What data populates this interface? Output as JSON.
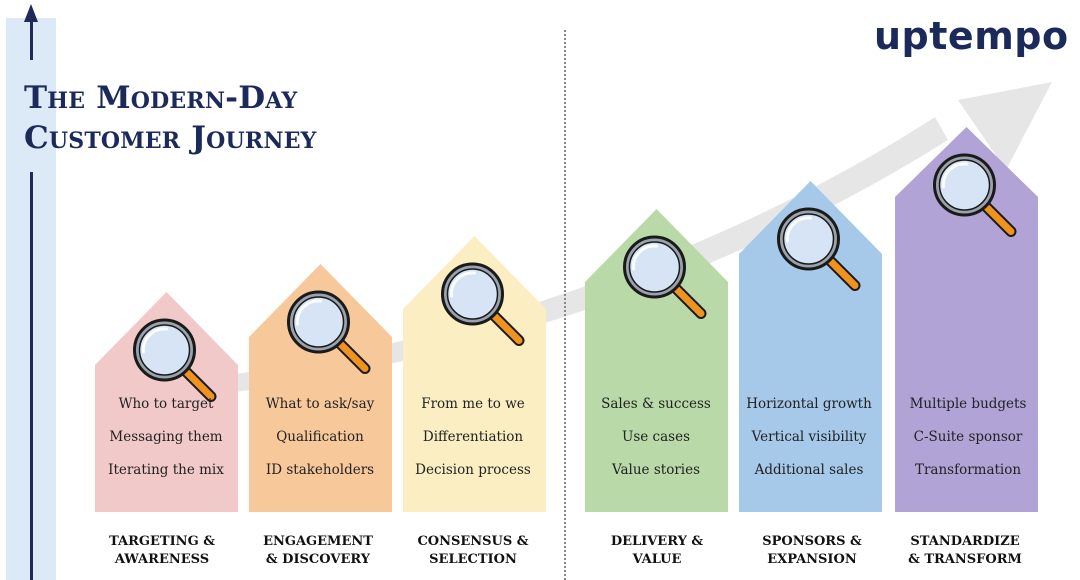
{
  "title": {
    "line1": "The Modern-Day",
    "line2": "Customer Journey"
  },
  "logo": {
    "text": "uptempo"
  },
  "stages": [
    {
      "label_line1": "TARGETING &",
      "label_line2": "AWARENESS",
      "items": [
        "Who to target",
        "Messaging them",
        "Iterating the mix"
      ],
      "color": "#f2c9c9"
    },
    {
      "label_line1": "ENGAGEMENT",
      "label_line2": "& DISCOVERY",
      "items": [
        "What to ask/say",
        "Qualification",
        "ID stakeholders"
      ],
      "color": "#f7c99a"
    },
    {
      "label_line1": "CONSENSUS &",
      "label_line2": "SELECTION",
      "items": [
        "From me to we",
        "Differentiation",
        "Decision process"
      ],
      "color": "#fbeec3"
    },
    {
      "label_line1": "DELIVERY &",
      "label_line2": "VALUE",
      "items": [
        "Sales & success",
        "Use cases",
        "Value stories"
      ],
      "color": "#b9d9a8"
    },
    {
      "label_line1": "SPONSORS &",
      "label_line2": "EXPANSION",
      "items": [
        "Horizontal growth",
        "Vertical visibility",
        "Additional sales"
      ],
      "color": "#a6c8e9"
    },
    {
      "label_line1": "STANDARDIZE",
      "label_line2": "& TRANSFORM",
      "items": [
        "Multiple budgets",
        "C-Suite sponsor",
        "Transformation"
      ],
      "color": "#b1a3d6"
    }
  ],
  "icons": {
    "magnifier": "magnifying-glass-icon",
    "growth_arrow": "growth-arrow-icon",
    "timeline_arrow": "up-arrow-icon"
  },
  "colors": {
    "title": "#1b2a5b",
    "timeline_bar": "#dceaf7",
    "magnifier_handle": "#f0921e",
    "magnifier_lens": "#d6e4f6",
    "growth_arrow": "#e6e6e6"
  }
}
